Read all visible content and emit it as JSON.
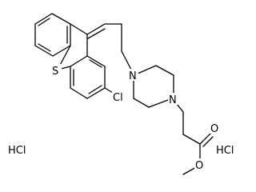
{
  "atoms": {
    "sulfur": "S",
    "chlorine": "Cl",
    "nitrogen_top": "N",
    "nitrogen_bottom": "N",
    "ester_carbonyl_oxygen": "O",
    "ester_ether_oxygen": "O"
  },
  "salts": {
    "left": "HCl",
    "right": "HCl"
  }
}
